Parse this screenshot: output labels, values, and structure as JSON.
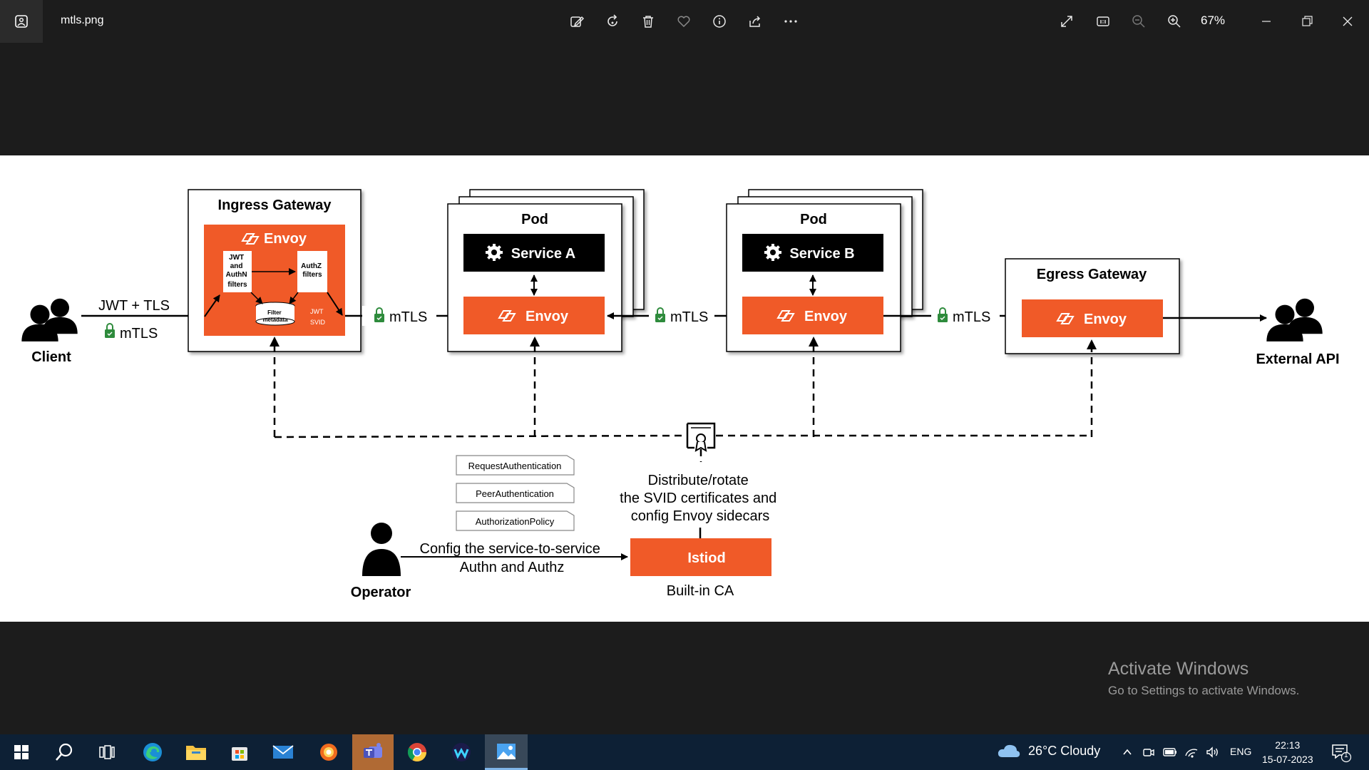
{
  "window": {
    "filename": "mtls.png",
    "zoom_level": "67%"
  },
  "toolbar_icons": [
    "edit-icon",
    "rotate-icon",
    "delete-icon",
    "favorite-icon",
    "info-icon",
    "share-icon",
    "more-icon"
  ],
  "view_icons": [
    "fullscreen-icon",
    "actual-size-icon",
    "zoom-out-icon",
    "zoom-in-icon"
  ],
  "diagram": {
    "client_label": "Client",
    "client_link_label": "JWT + TLS",
    "client_link_mtls": "mTLS",
    "ingress_title": "Ingress Gateway",
    "envoy_label": "Envoy",
    "ingress_filter1": [
      "JWT",
      "and",
      "AuthN",
      "filters"
    ],
    "ingress_filter2": [
      "AuthZ",
      "filters"
    ],
    "ingress_filter_metadata": [
      "Filter",
      "metadata"
    ],
    "ingress_jwt_tag": "JWT",
    "ingress_svid_tag": "SVID",
    "mtls_label": "mTLS",
    "pod_title": "Pod",
    "service_a": "Service A",
    "service_b": "Service B",
    "egress_title": "Egress Gateway",
    "external_label": "External API",
    "policies": [
      "RequestAuthentication",
      "PeerAuthentication",
      "AuthorizationPolicy"
    ],
    "distribute_lines": [
      "Distribute/rotate",
      "the SVID certificates and",
      "config Envoy sidecars"
    ],
    "operator_label": "Operator",
    "operator_lines": [
      "Config the service-to-service",
      "Authn and Authz"
    ],
    "istiod_label": "Istiod",
    "builtin_ca": "Built-in CA",
    "colors": {
      "envoy": "#f05a28",
      "service": "#000000",
      "lock": "#2e8b3c"
    }
  },
  "watermark": {
    "title": "Activate Windows",
    "subtitle": "Go to Settings to activate Windows."
  },
  "taskbar": {
    "apps": [
      "windows-start-icon",
      "search-icon",
      "task-view-icon",
      "edge-icon",
      "file-explorer-icon",
      "microsoft-store-icon",
      "mail-icon",
      "brave-icon",
      "teams-icon",
      "chrome-icon",
      "webex-icon",
      "photos-icon"
    ],
    "weather": "26°C  Cloudy",
    "language": "ENG",
    "time": "22:13",
    "date": "15-07-2023",
    "notification_count": "1"
  }
}
